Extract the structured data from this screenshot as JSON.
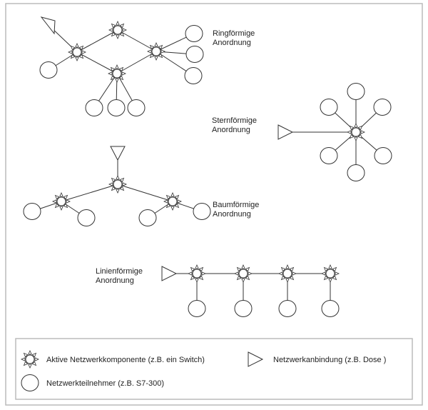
{
  "labels": {
    "ring": [
      "Ringförmige",
      "Anordnung"
    ],
    "star": [
      "Sternförmige",
      "Anordnung"
    ],
    "tree": [
      "Baumförmige",
      "Anordnung"
    ],
    "line": [
      "Linienförmige",
      "Anordnung"
    ]
  },
  "legend": {
    "switch": "Aktive Netzwerkkomponente (z.B. ein Switch)",
    "connection": "Netzwerkanbindung (z.B. Dose )",
    "participant": "Netzwerkteilnehmer (z.B. S7-300)"
  },
  "colors": {
    "stroke": "#333333",
    "border": "#bbbbbb"
  }
}
